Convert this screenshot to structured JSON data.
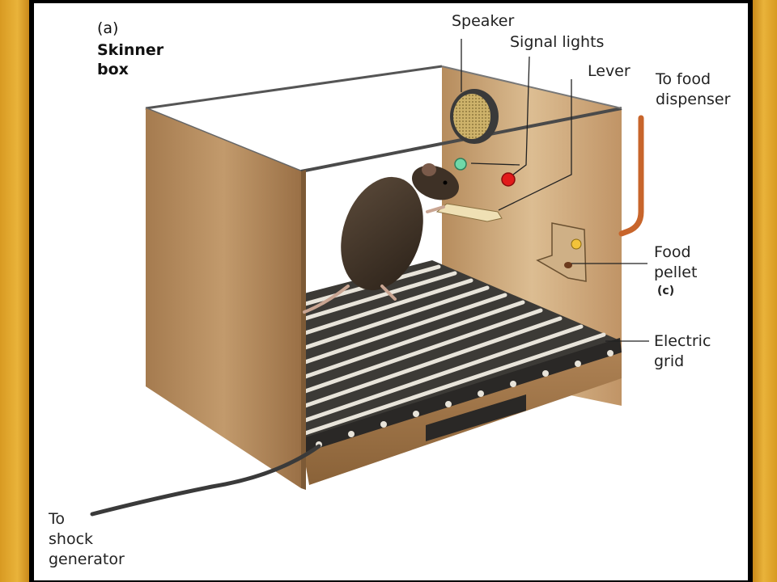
{
  "figure": {
    "panel_label": "(a)",
    "title": "Skinner box",
    "colors": {
      "frame": "#e0a530",
      "box_wall": "#b48a5c",
      "back_wall": "#c9a478",
      "light_green": "#6fd8a8",
      "light_red": "#e21b1b",
      "pipe": "#c8652b"
    }
  },
  "labels": {
    "speaker": "Speaker",
    "signal_lights": "Signal lights",
    "lever": "Lever",
    "food_dispenser": "To food\ndispenser",
    "food_pellet": "Food\npellet",
    "food_pellet_tag": "(c)",
    "electric_grid": "Electric\ngrid",
    "shock_generator": "To\nshock\ngenerator"
  }
}
